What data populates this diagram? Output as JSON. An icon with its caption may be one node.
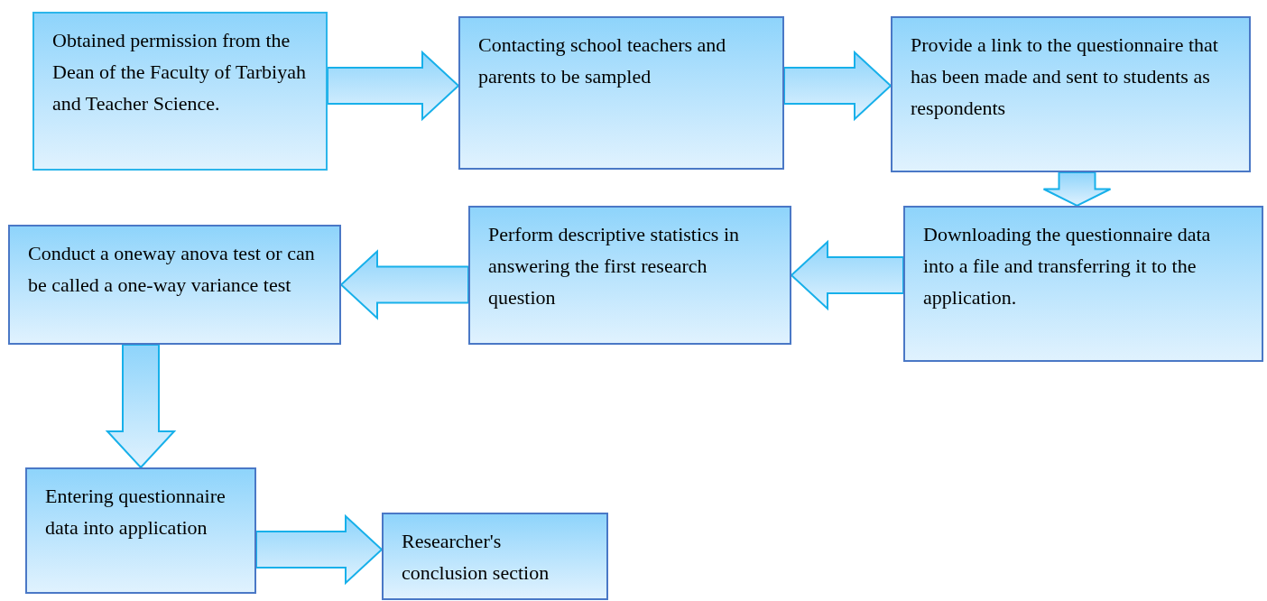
{
  "diagram": {
    "nodes": [
      {
        "text": [
          "Obtained permission from the Dean of the Faculty of Tarbiyah and Teacher Science."
        ]
      },
      {
        "text": [
          "Contacting school teachers and parents to be sampled"
        ]
      },
      {
        "text": [
          "Provide a link to the questionnaire that has been made and sent to students as respondents"
        ]
      },
      {
        "text": [
          "Downloading the questionnaire data into a file and transferring it to the application."
        ]
      },
      {
        "text": [
          "Perform descriptive statistics in answering the first research question"
        ]
      },
      {
        "text": [
          "Conduct a oneway anova test or can be called a one-way variance test"
        ]
      },
      {
        "text": [
          "Entering questionnaire data into application"
        ]
      },
      {
        "text": [
          "Researcher's conclusion section"
        ]
      }
    ],
    "edges": [
      {
        "from": 0,
        "to": 1,
        "arrow": "to"
      },
      {
        "from": 1,
        "to": 2,
        "arrow": "to"
      },
      {
        "from": 2,
        "to": 3,
        "arrow": "to"
      },
      {
        "from": 3,
        "to": 4,
        "arrow": "to"
      },
      {
        "from": 4,
        "to": 5,
        "arrow": "to"
      },
      {
        "from": 5,
        "to": 6,
        "arrow": "to"
      },
      {
        "from": 6,
        "to": 7,
        "arrow": "to"
      }
    ]
  }
}
